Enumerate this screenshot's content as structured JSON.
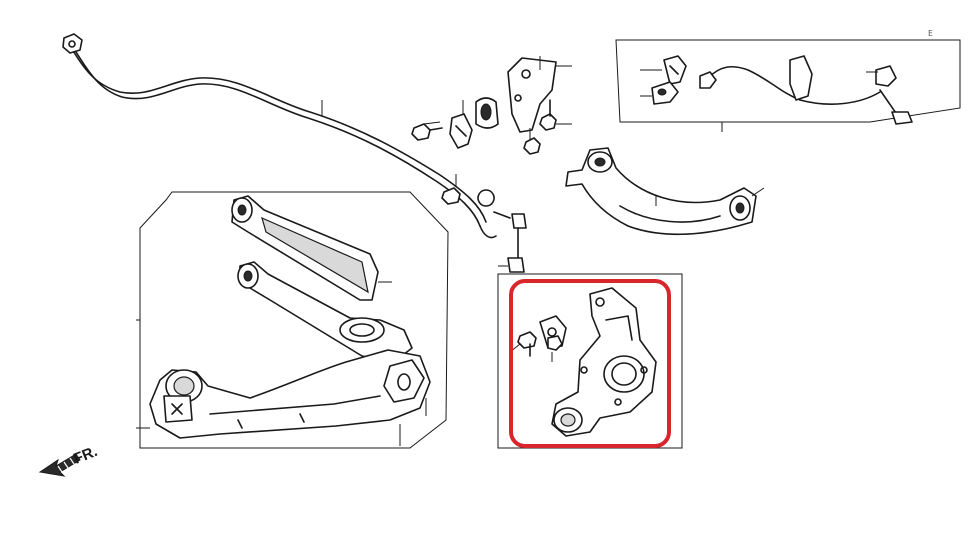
{
  "diagram": {
    "front_label": "FR.",
    "corner_code": "E",
    "highlight_color": "#d7262c",
    "line_color": "#1a1a1a",
    "highlighted_part": "rear-knuckle-assembly"
  }
}
